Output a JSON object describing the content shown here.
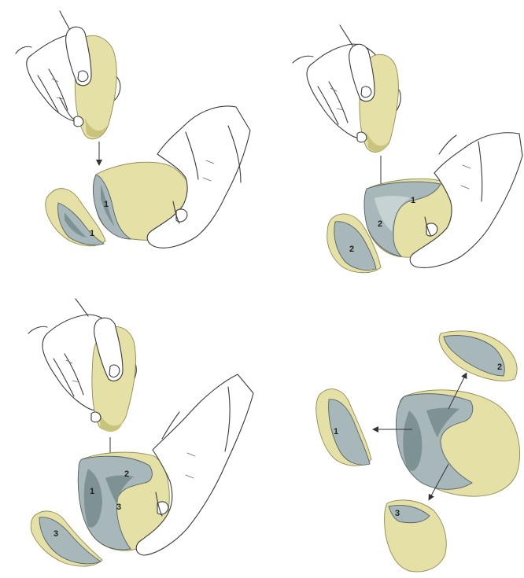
{
  "panels": [
    {
      "core_labels": [
        "1"
      ],
      "flake_labels": [
        "1"
      ]
    },
    {
      "core_labels": [
        "1",
        "2"
      ],
      "flake_labels": [
        "2"
      ]
    },
    {
      "core_labels": [
        "1",
        "2",
        "3"
      ],
      "flake_labels": [
        "3"
      ]
    },
    {
      "core_labels": [],
      "flake_labels": [
        "1",
        "2",
        "3"
      ]
    }
  ],
  "colors": {
    "cortex": "#e4e0a6",
    "flake_scar": "#a8b8ba",
    "outline": "#3a3a3a"
  }
}
